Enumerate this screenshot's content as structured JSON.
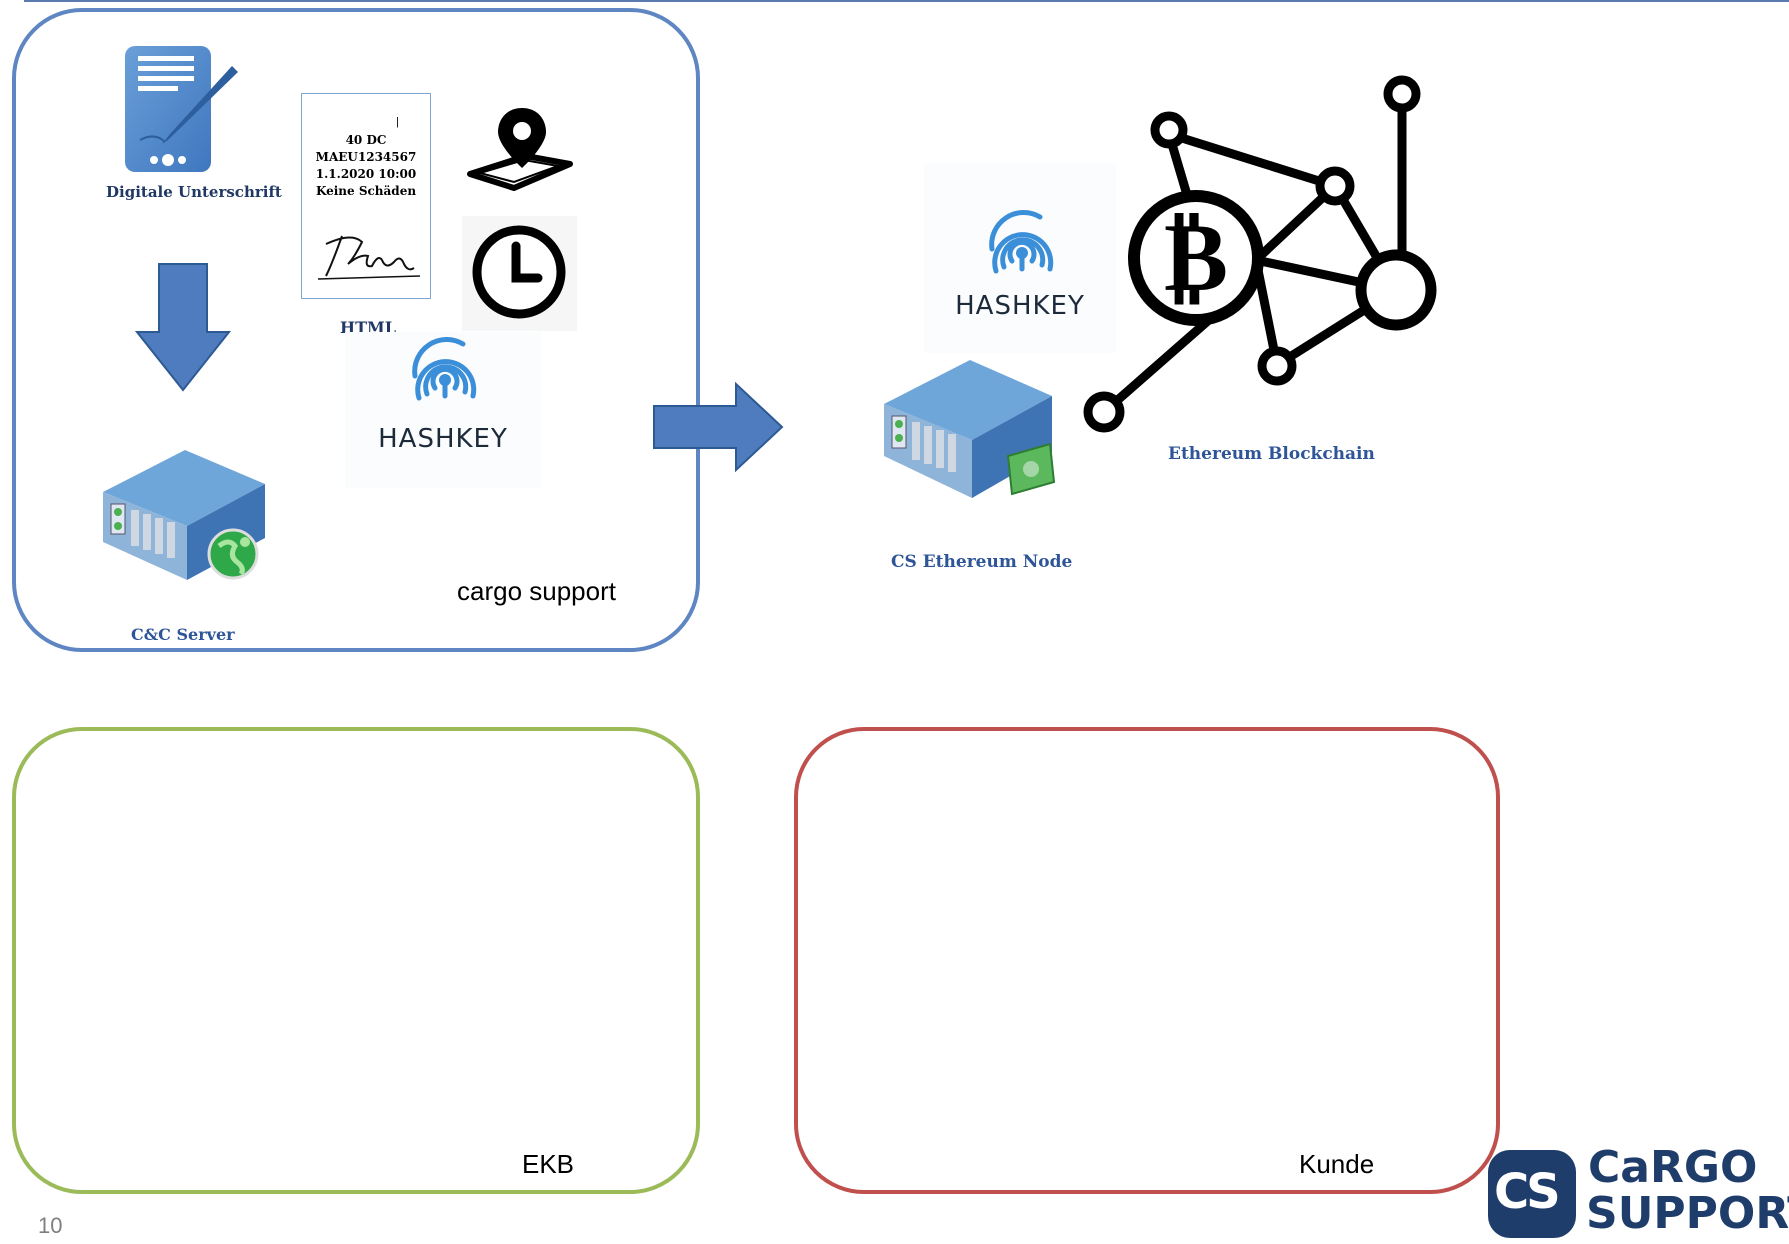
{
  "panels": {
    "cargo_support": {
      "label": "cargo support",
      "border_color": "#5d86c2"
    },
    "ekb": {
      "label": "EKB",
      "border_color": "#9bbb59"
    },
    "kunde": {
      "label": "Kunde",
      "border_color": "#c0504d"
    }
  },
  "cargo_support_panel": {
    "tablet_icon": "tablet-signature-icon",
    "signature_label": "Digitale Unterschrift",
    "document": {
      "lines": [
        "40 DC",
        "MAEU1234567",
        "1.1.2020 10:00",
        "Keine Schäden"
      ],
      "caption": "HTML",
      "marker": "|"
    },
    "location_icon": "phone-location-icon",
    "clock_icon": "clock-icon",
    "clock_caption": "-",
    "hashkey_logo": "HASHKEY",
    "down_arrow_icon": "down-arrow-icon",
    "server_icon": "server-globe-icon",
    "server_label": "C&C Server"
  },
  "flow_arrow": "right-arrow-icon",
  "ethereum_side": {
    "hashkey_logo": "HASHKEY",
    "node_icon": "server-money-icon",
    "node_label": "CS Ethereum Node",
    "blockchain_icon": "bitcoin-network-icon",
    "blockchain_label": "Ethereum Blockchain"
  },
  "footer": {
    "page_number": "10",
    "logo": {
      "badge": "CS",
      "line1": "CaRGO",
      "line2": "SUPPORT",
      "color": "#1f3d6b"
    }
  }
}
